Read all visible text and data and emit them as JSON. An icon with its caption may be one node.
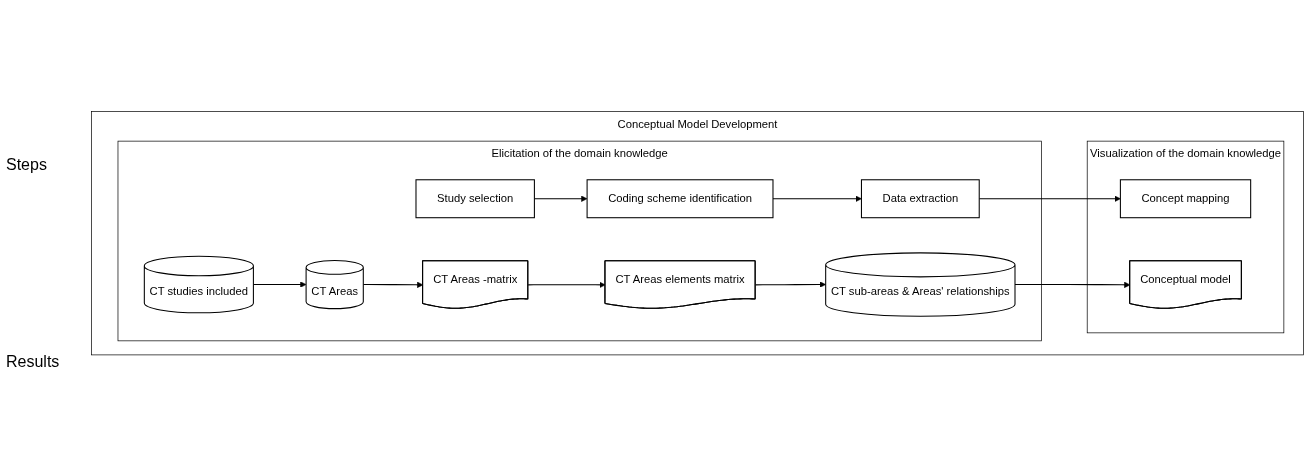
{
  "diagram": {
    "nodes": [
      {
        "text": [
          "Conceptual Model Development"
        ]
      },
      {
        "text": [
          "Elicitation of the domain knowledge"
        ],
        "in": 0
      },
      {
        "text": [
          "Visualization of the domain knowledge"
        ],
        "in": 0
      },
      {
        "text": [
          "Study selection"
        ],
        "in": 1
      },
      {
        "text": [
          "Coding scheme identification"
        ],
        "in": 1
      },
      {
        "text": [
          "Data extraction"
        ],
        "in": 1
      },
      {
        "text": [
          "Concept mapping"
        ],
        "in": 2
      },
      {
        "text": [
          "CT studies included"
        ],
        "in": 1
      },
      {
        "text": [
          "CT Areas"
        ],
        "in": 1
      },
      {
        "text": [
          "CT Areas -matrix"
        ],
        "in": 1
      },
      {
        "text": [
          "CT Areas elements matrix"
        ],
        "in": 1
      },
      {
        "text": [
          "CT sub-areas & Areas' relationships"
        ],
        "in": 1
      },
      {
        "text": [
          "Conceptual model"
        ],
        "in": 2
      }
    ],
    "edges": [
      {
        "from": 3,
        "to": 4,
        "arrow": "to"
      },
      {
        "from": 4,
        "to": 5,
        "arrow": "to"
      },
      {
        "from": 5,
        "to": 6,
        "arrow": "to"
      },
      {
        "from": 7,
        "to": 8,
        "arrow": "to"
      },
      {
        "from": 8,
        "to": 9,
        "arrow": "to"
      },
      {
        "from": 9,
        "to": 10,
        "arrow": "to"
      },
      {
        "from": 10,
        "to": 11,
        "arrow": "to"
      },
      {
        "from": 11,
        "to": 12,
        "arrow": "to"
      }
    ],
    "labels": [
      "Steps",
      "Results"
    ]
  }
}
